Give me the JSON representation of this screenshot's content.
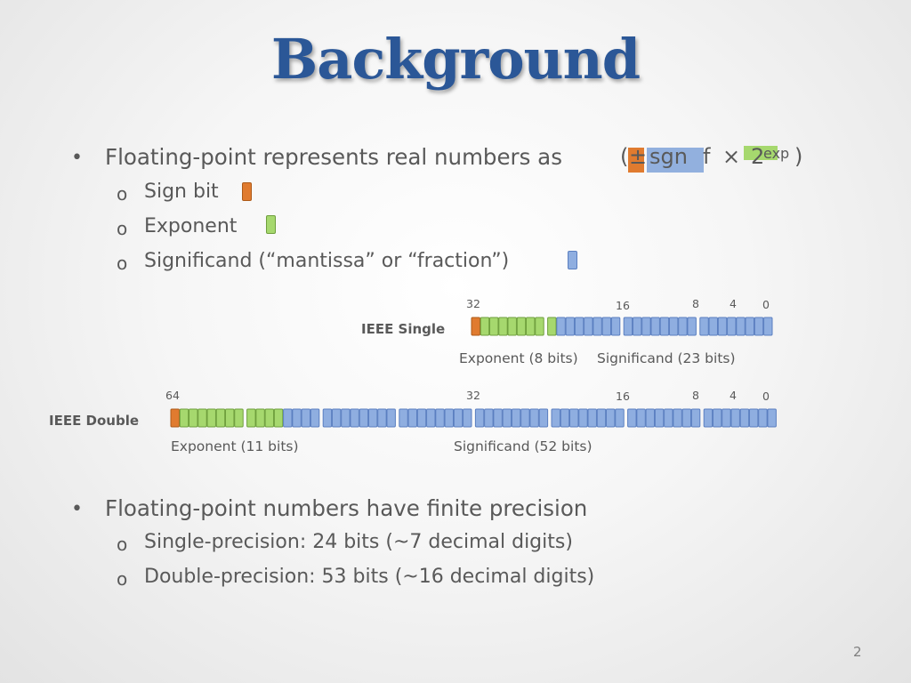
{
  "slide": {
    "title": "Background",
    "page_number": "2",
    "bullets": [
      {
        "text": "Floating-point represents real numbers as",
        "subitems": [
          {
            "text": "Sign bit",
            "chip": "sign"
          },
          {
            "text": "Exponent",
            "chip": "exponent"
          },
          {
            "text": "Significand (“mantissa” or “fraction”)",
            "chip": "significand"
          }
        ]
      },
      {
        "text": "Floating-point numbers have finite precision",
        "subitems": [
          {
            "text": "Single-precision:  24 bits  (~7 decimal digits)"
          },
          {
            "text": "Double-precision:  53 bits  (~16 decimal digits)"
          }
        ]
      }
    ],
    "bullet_glyph": "•",
    "subbullet_glyph": "o",
    "formula": {
      "open": "(",
      "sign": "±",
      "significand": "sgn",
      "f": "f",
      "times": "×",
      "base": "2",
      "exponent": "exp",
      "close": ")"
    }
  },
  "colors": {
    "sign": "#e07b2f",
    "exponent": "#a6d86e",
    "significand": "#8faee0",
    "title": "#2b5797"
  },
  "ieee_single": {
    "label": "IEEE Single",
    "total_bits": 32,
    "sign_bits": 1,
    "exponent_bits": 8,
    "significand_bits": 23,
    "bit_positions": [
      "32",
      "16",
      "8",
      "4",
      "0"
    ],
    "exponent_caption": "Exponent (8 bits)",
    "significand_caption": "Significand (23 bits)"
  },
  "ieee_double": {
    "label": "IEEE Double",
    "total_bits": 64,
    "sign_bits": 1,
    "exponent_bits": 11,
    "significand_bits": 52,
    "bit_positions": [
      "64",
      "32",
      "16",
      "8",
      "4",
      "0"
    ],
    "exponent_caption": "Exponent (11 bits)",
    "significand_caption": "Significand (52 bits)"
  }
}
